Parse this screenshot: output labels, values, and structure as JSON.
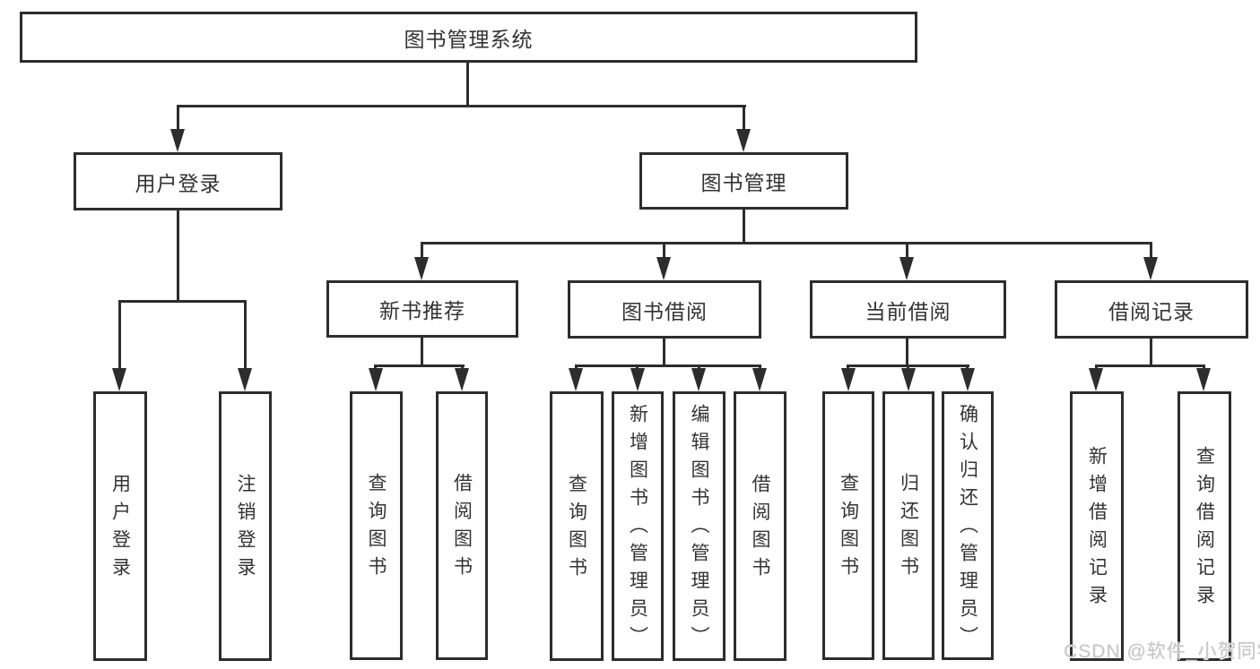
{
  "diagram": {
    "root": "图书管理系统",
    "branches": [
      {
        "label": "用户登录",
        "children": [
          "用户登录",
          "注销登录"
        ]
      },
      {
        "label": "图书管理",
        "groups": [
          {
            "label": "新书推荐",
            "children": [
              "查询图书",
              "借阅图书"
            ]
          },
          {
            "label": "图书借阅",
            "children": [
              "查询图书",
              "新增图书（管理员）",
              "编辑图书（管理员）",
              "借阅图书"
            ]
          },
          {
            "label": "当前借阅",
            "children": [
              "查询图书",
              "归还图书",
              "确认归还（管理员）"
            ]
          },
          {
            "label": "借阅记录",
            "children": [
              "新增借阅记录",
              "查询借阅记录"
            ]
          }
        ]
      }
    ]
  },
  "colors": {
    "line": "#2d2d2d",
    "text": "#333333",
    "watermark": "#c6c6c6",
    "background": "#ffffff"
  },
  "watermark": "CSDN @软件_小贺同学"
}
